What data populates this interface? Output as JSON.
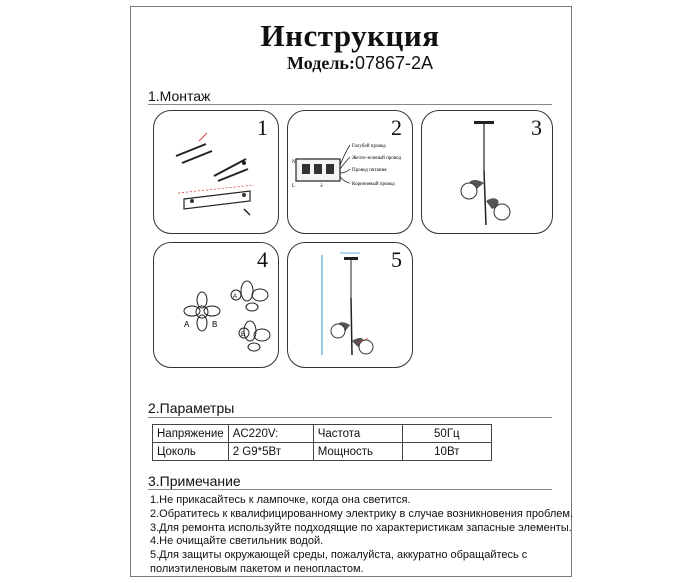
{
  "header": {
    "title": "Инструкция",
    "model_label": "Модель:",
    "model_code": "07867-2A"
  },
  "sections": {
    "mount": "1.Монтаж",
    "params": "2.Параметры",
    "notes": "3.Примечание"
  },
  "panels": [
    {
      "number": "1"
    },
    {
      "number": "2",
      "wires": [
        "Голубой провод",
        "Желто-зеленый провод",
        "Провод питания",
        "Коричневый провод"
      ],
      "terminal_marks": [
        "N",
        "⏚",
        "L"
      ]
    },
    {
      "number": "3"
    },
    {
      "number": "4",
      "letters": [
        "A",
        "B",
        "A",
        "B"
      ]
    },
    {
      "number": "5"
    }
  ],
  "params": {
    "rows": [
      [
        "Напряжение",
        "AC220V:",
        "Частота",
        "50Гц"
      ],
      [
        "Цоколь",
        "2 G9*5Вт",
        "Мощность",
        "10Вт"
      ]
    ]
  },
  "notes": [
    "1.Не прикасайтесь к лампочке, когда она светится.",
    "2.Обратитесь к квалифицированному электрику в случае возникновения проблем.",
    "3.Для ремонта используйте подходящие по характеристикам запасные элементы.",
    "4.Не очищайте светильник водой.",
    "5.Для защиты окружающей среды, пожалуйста, аккуратно обращайтесь с",
    "полиэтиленовым пакетом и пенопластом."
  ]
}
